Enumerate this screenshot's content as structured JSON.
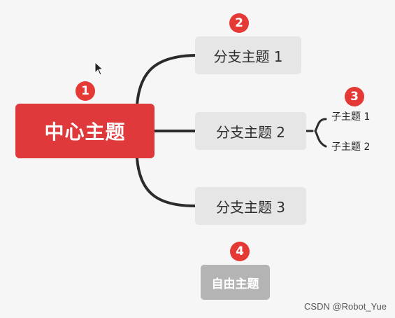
{
  "central": {
    "label": "中心主题"
  },
  "branches": [
    {
      "label": "分支主题 1"
    },
    {
      "label": "分支主题 2"
    },
    {
      "label": "分支主题 3"
    }
  ],
  "subtopics": [
    {
      "label": "子主题 1"
    },
    {
      "label": "子主题 2"
    }
  ],
  "free_topic": {
    "label": "自由主题"
  },
  "badges": [
    "1",
    "2",
    "3",
    "4"
  ],
  "watermark": "CSDN @Robot_Yue",
  "colors": {
    "central": "#e0393b",
    "branch": "#e6e6e6",
    "free_topic": "#b4b4b4",
    "badge": "#e53935",
    "connector": "#2b2b2b"
  },
  "icons": {
    "cursor": "mouse-pointer-icon"
  }
}
